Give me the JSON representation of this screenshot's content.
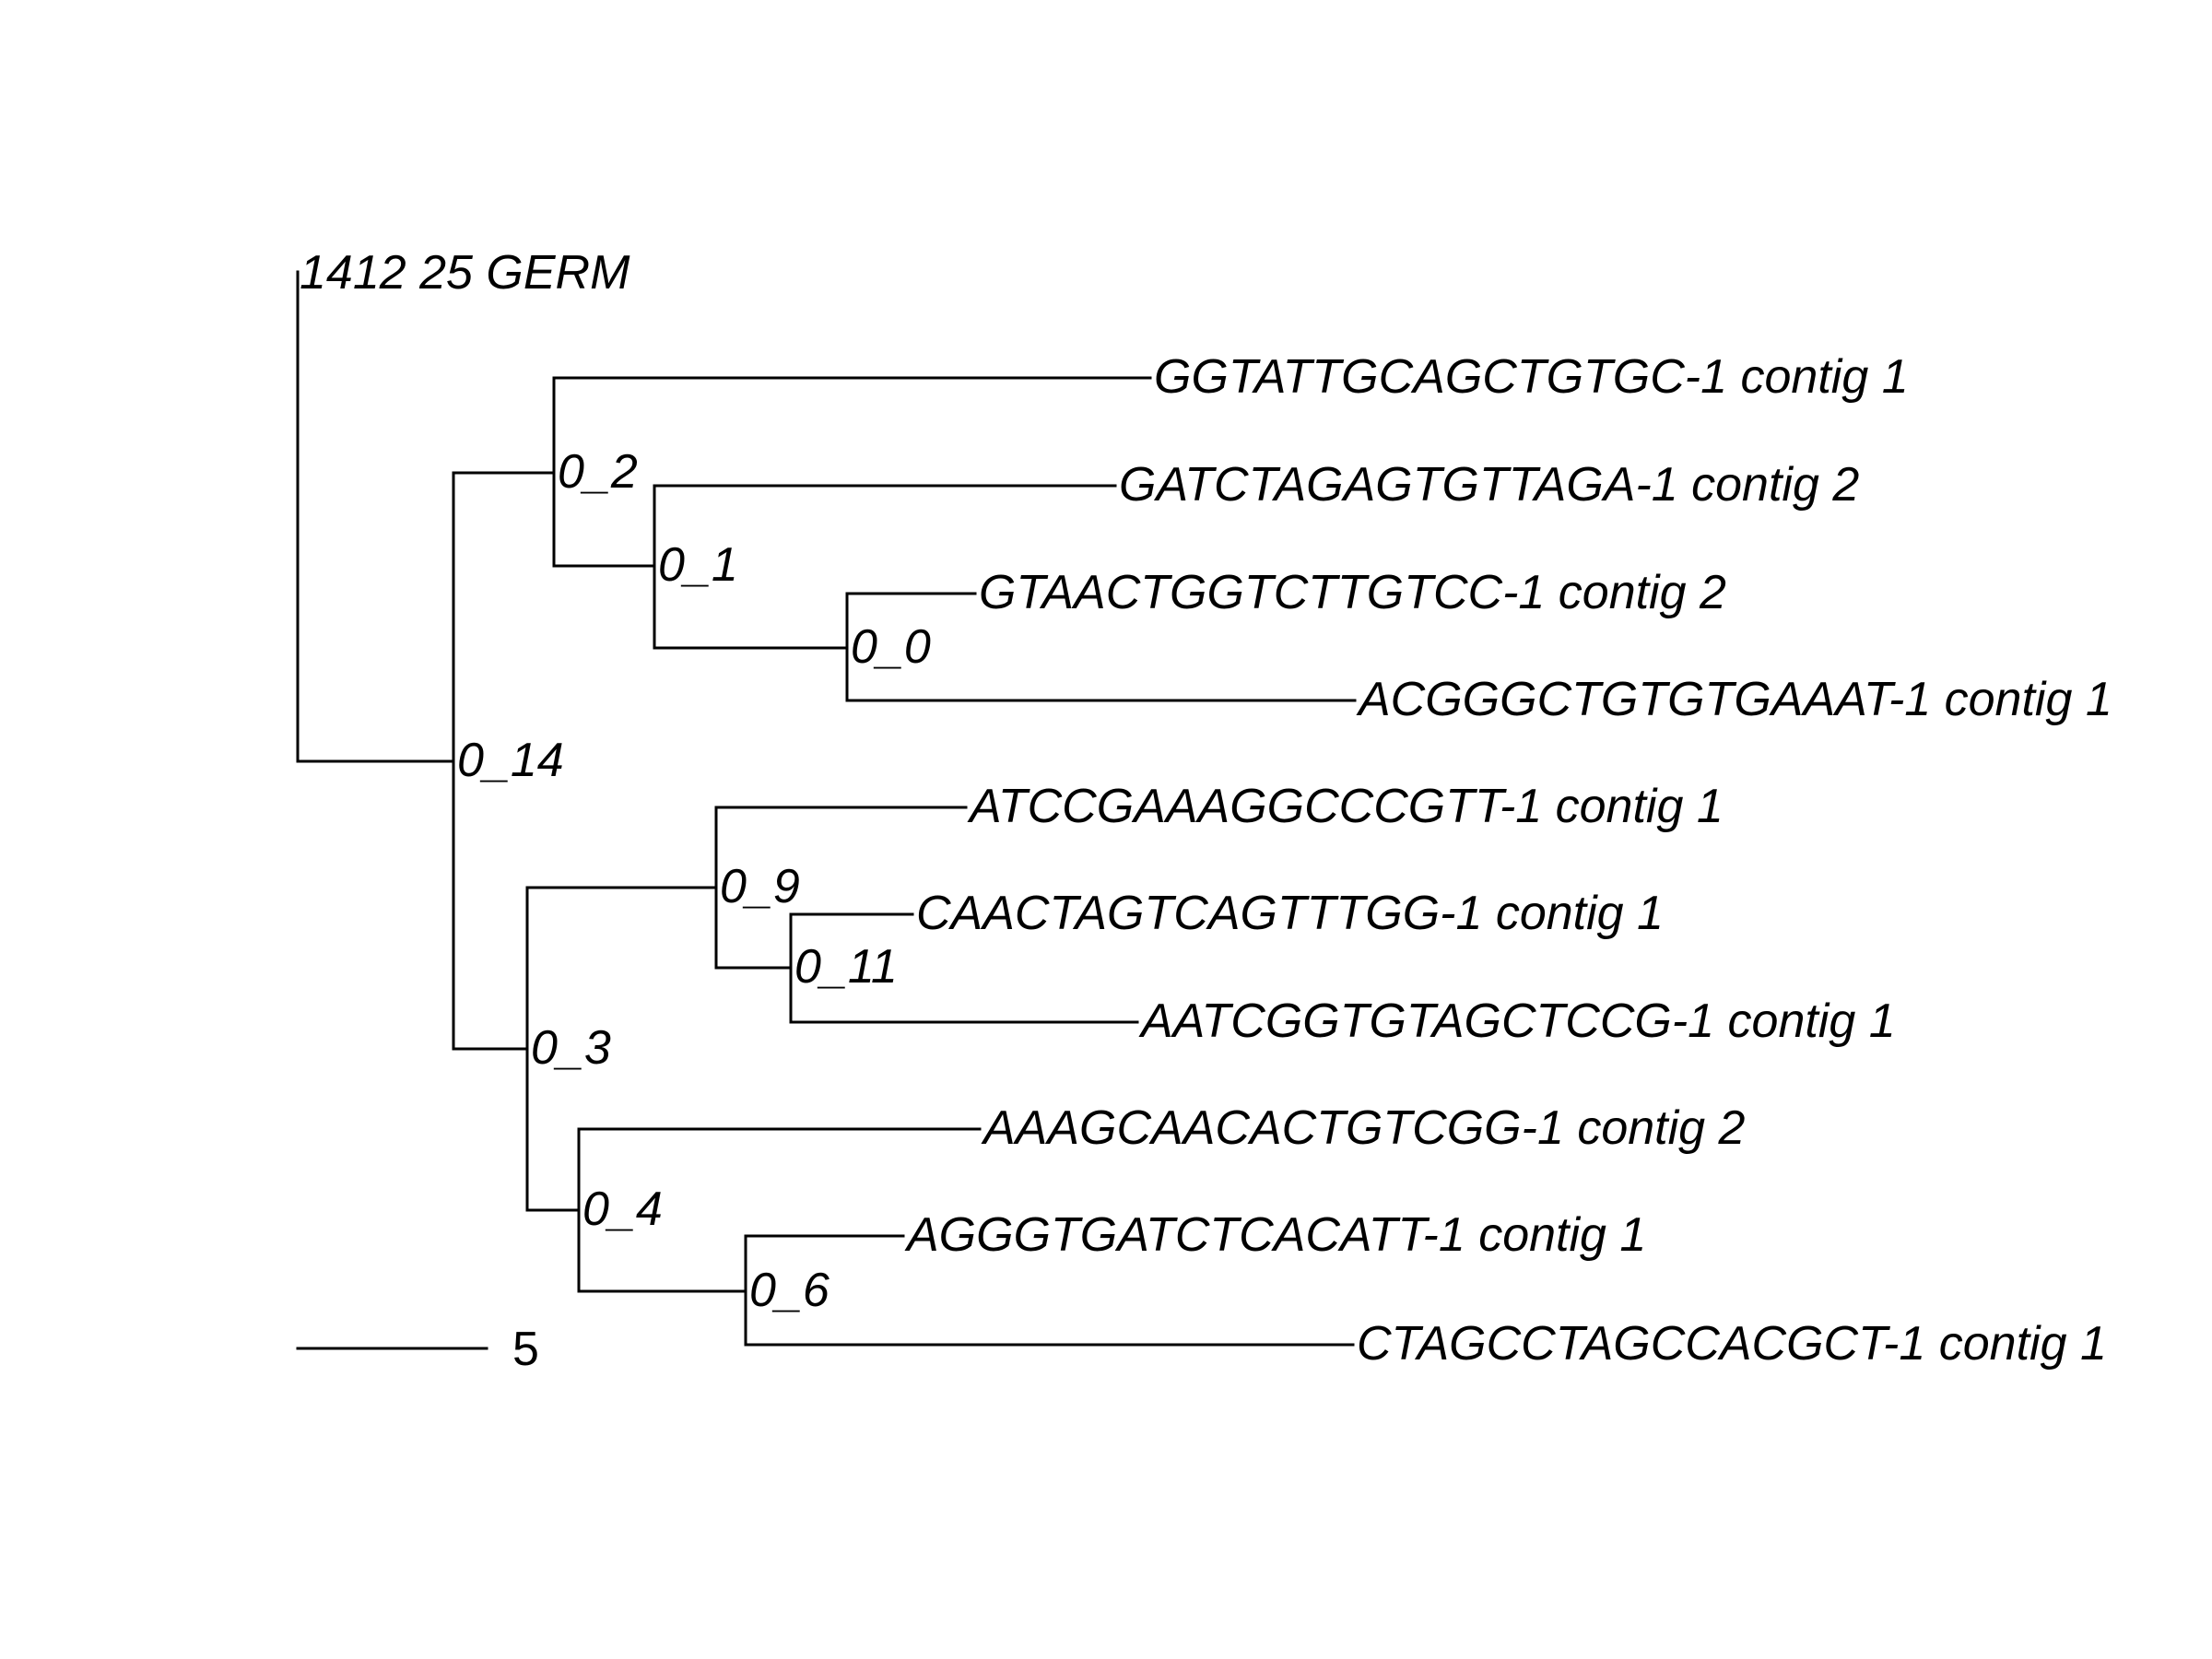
{
  "tree": {
    "root_label": "1412 25 GERM",
    "tips": [
      "GGTATTGCAGCTGTGC-1 contig 1",
      "GATCTAGAGTGTTAGA-1 contig 2",
      "GTAACTGGTCTTGTCC-1 contig 2",
      "ACGGGCTGTGTGAAAT-1 contig 1",
      "ATCCGAAAGGCCCGTT-1 contig 1",
      "CAACTAGTCAGTTTGG-1 contig 1",
      "AATCGGTGTAGCTCCG-1 contig 1",
      "AAAGCAACACTGTCGG-1 contig 2",
      "AGGGTGATCTCACATT-1 contig 1",
      "CTAGCCTAGCCACGCT-1 contig 1"
    ],
    "internal_nodes": [
      "0_14",
      "0_2",
      "0_1",
      "0_0",
      "0_3",
      "0_9",
      "0_11",
      "0_4",
      "0_6"
    ]
  },
  "scale_bar": {
    "label": "5"
  },
  "colors": {
    "lines": "#000000",
    "text": "#000000",
    "background": "#ffffff"
  }
}
